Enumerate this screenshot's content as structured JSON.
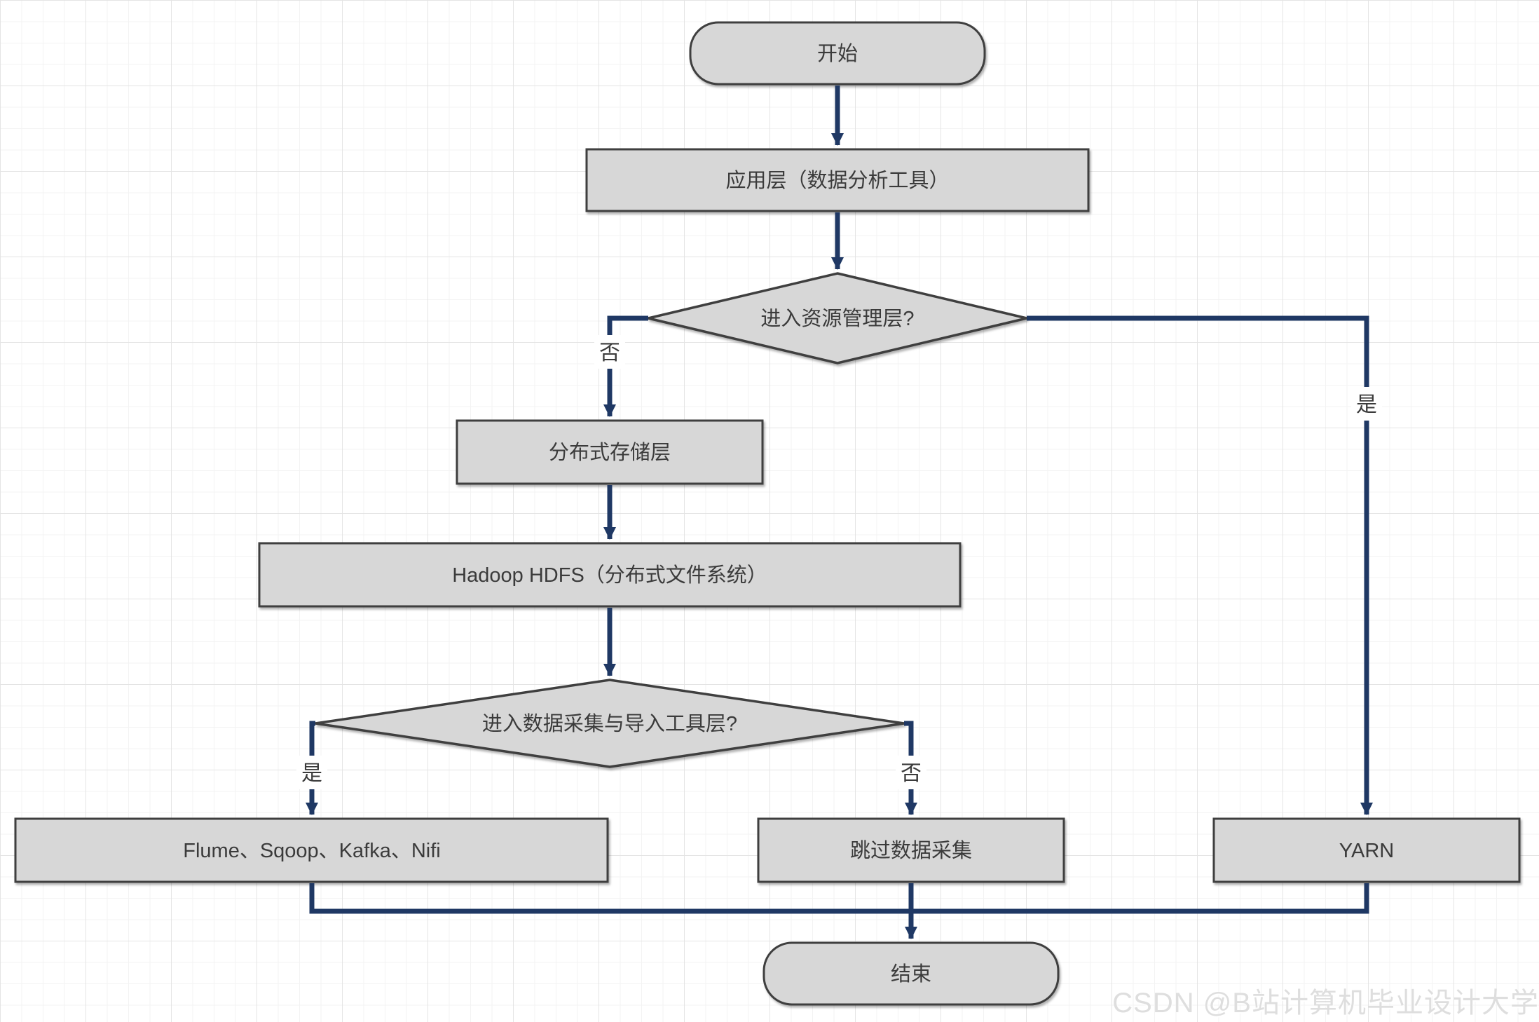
{
  "diagram": {
    "nodes": {
      "start": {
        "label": "开始",
        "type": "terminator"
      },
      "app_layer": {
        "label": "应用层（数据分析工具）",
        "type": "process"
      },
      "decision_resource": {
        "label": "进入资源管理层?",
        "type": "decision"
      },
      "storage_layer": {
        "label": "分布式存储层",
        "type": "process"
      },
      "hdfs": {
        "label": "Hadoop HDFS（分布式文件系统）",
        "type": "process"
      },
      "decision_ingest": {
        "label": "进入数据采集与导入工具层?",
        "type": "decision"
      },
      "ingest_tools": {
        "label": "Flume、Sqoop、Kafka、Nifi",
        "type": "process"
      },
      "skip_ingest": {
        "label": "跳过数据采集",
        "type": "process"
      },
      "yarn": {
        "label": "YARN",
        "type": "process"
      },
      "end": {
        "label": "结束",
        "type": "terminator"
      }
    },
    "edge_labels": {
      "resource_no": "否",
      "resource_yes": "是",
      "ingest_yes": "是",
      "ingest_no": "否"
    },
    "colors": {
      "node_fill": "#d7d7d7",
      "node_border": "#3f3f3f",
      "connector": "#1f3864",
      "text": "#3b3b3b",
      "grid_minor": "#f3f3f3",
      "grid_major": "#e4e4e4",
      "watermark": "#dedede"
    }
  },
  "watermark": {
    "text": "CSDN @B站计算机毕业设计大学"
  }
}
